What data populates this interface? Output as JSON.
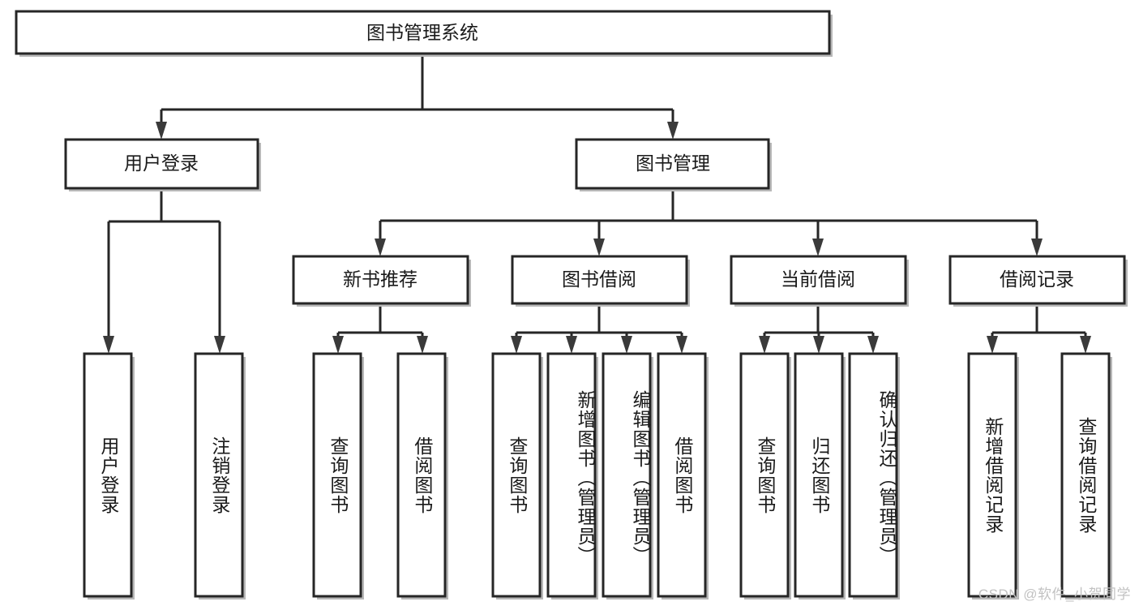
{
  "diagram": {
    "title": "图书管理系统",
    "type": "tree",
    "watermark": "CSDN @软件_小贺同学",
    "colors": {
      "box_border": "#262626",
      "box_fill": "#ffffff",
      "connector": "#262626",
      "arrow": "#3a3a3a",
      "shadow": "#b8b8b8",
      "text": "#1a1a1a",
      "watermark": "#c2c2c2",
      "background": "#ffffff"
    },
    "root": {
      "label": "图书管理系统",
      "orientation": "horizontal"
    },
    "level2": [
      {
        "label": "用户登录",
        "orientation": "horizontal"
      },
      {
        "label": "图书管理",
        "orientation": "horizontal"
      }
    ],
    "level3": [
      {
        "label": "新书推荐",
        "orientation": "horizontal",
        "parent": "图书管理"
      },
      {
        "label": "图书借阅",
        "orientation": "horizontal",
        "parent": "图书管理"
      },
      {
        "label": "当前借阅",
        "orientation": "horizontal",
        "parent": "图书管理"
      },
      {
        "label": "借阅记录",
        "orientation": "horizontal",
        "parent": "图书管理"
      }
    ],
    "leaves": {
      "user_login": [
        {
          "label": "用户登录",
          "orientation": "vertical"
        },
        {
          "label": "注销登录",
          "orientation": "vertical"
        }
      ],
      "new_book_recommend": [
        {
          "label": "查询图书",
          "orientation": "vertical"
        },
        {
          "label": "借阅图书",
          "orientation": "vertical"
        }
      ],
      "book_borrow": [
        {
          "label": "查询图书",
          "orientation": "vertical"
        },
        {
          "label": "新增图书（管理员）",
          "orientation": "vertical"
        },
        {
          "label": "编辑图书（管理员）",
          "orientation": "vertical"
        },
        {
          "label": "借阅图书",
          "orientation": "vertical"
        }
      ],
      "current_borrow": [
        {
          "label": "查询图书",
          "orientation": "vertical"
        },
        {
          "label": "归还图书",
          "orientation": "vertical"
        },
        {
          "label": "确认归还（管理员）",
          "orientation": "vertical"
        }
      ],
      "borrow_record": [
        {
          "label": "新增借阅记录",
          "orientation": "vertical"
        },
        {
          "label": "查询借阅记录",
          "orientation": "vertical"
        }
      ]
    }
  }
}
